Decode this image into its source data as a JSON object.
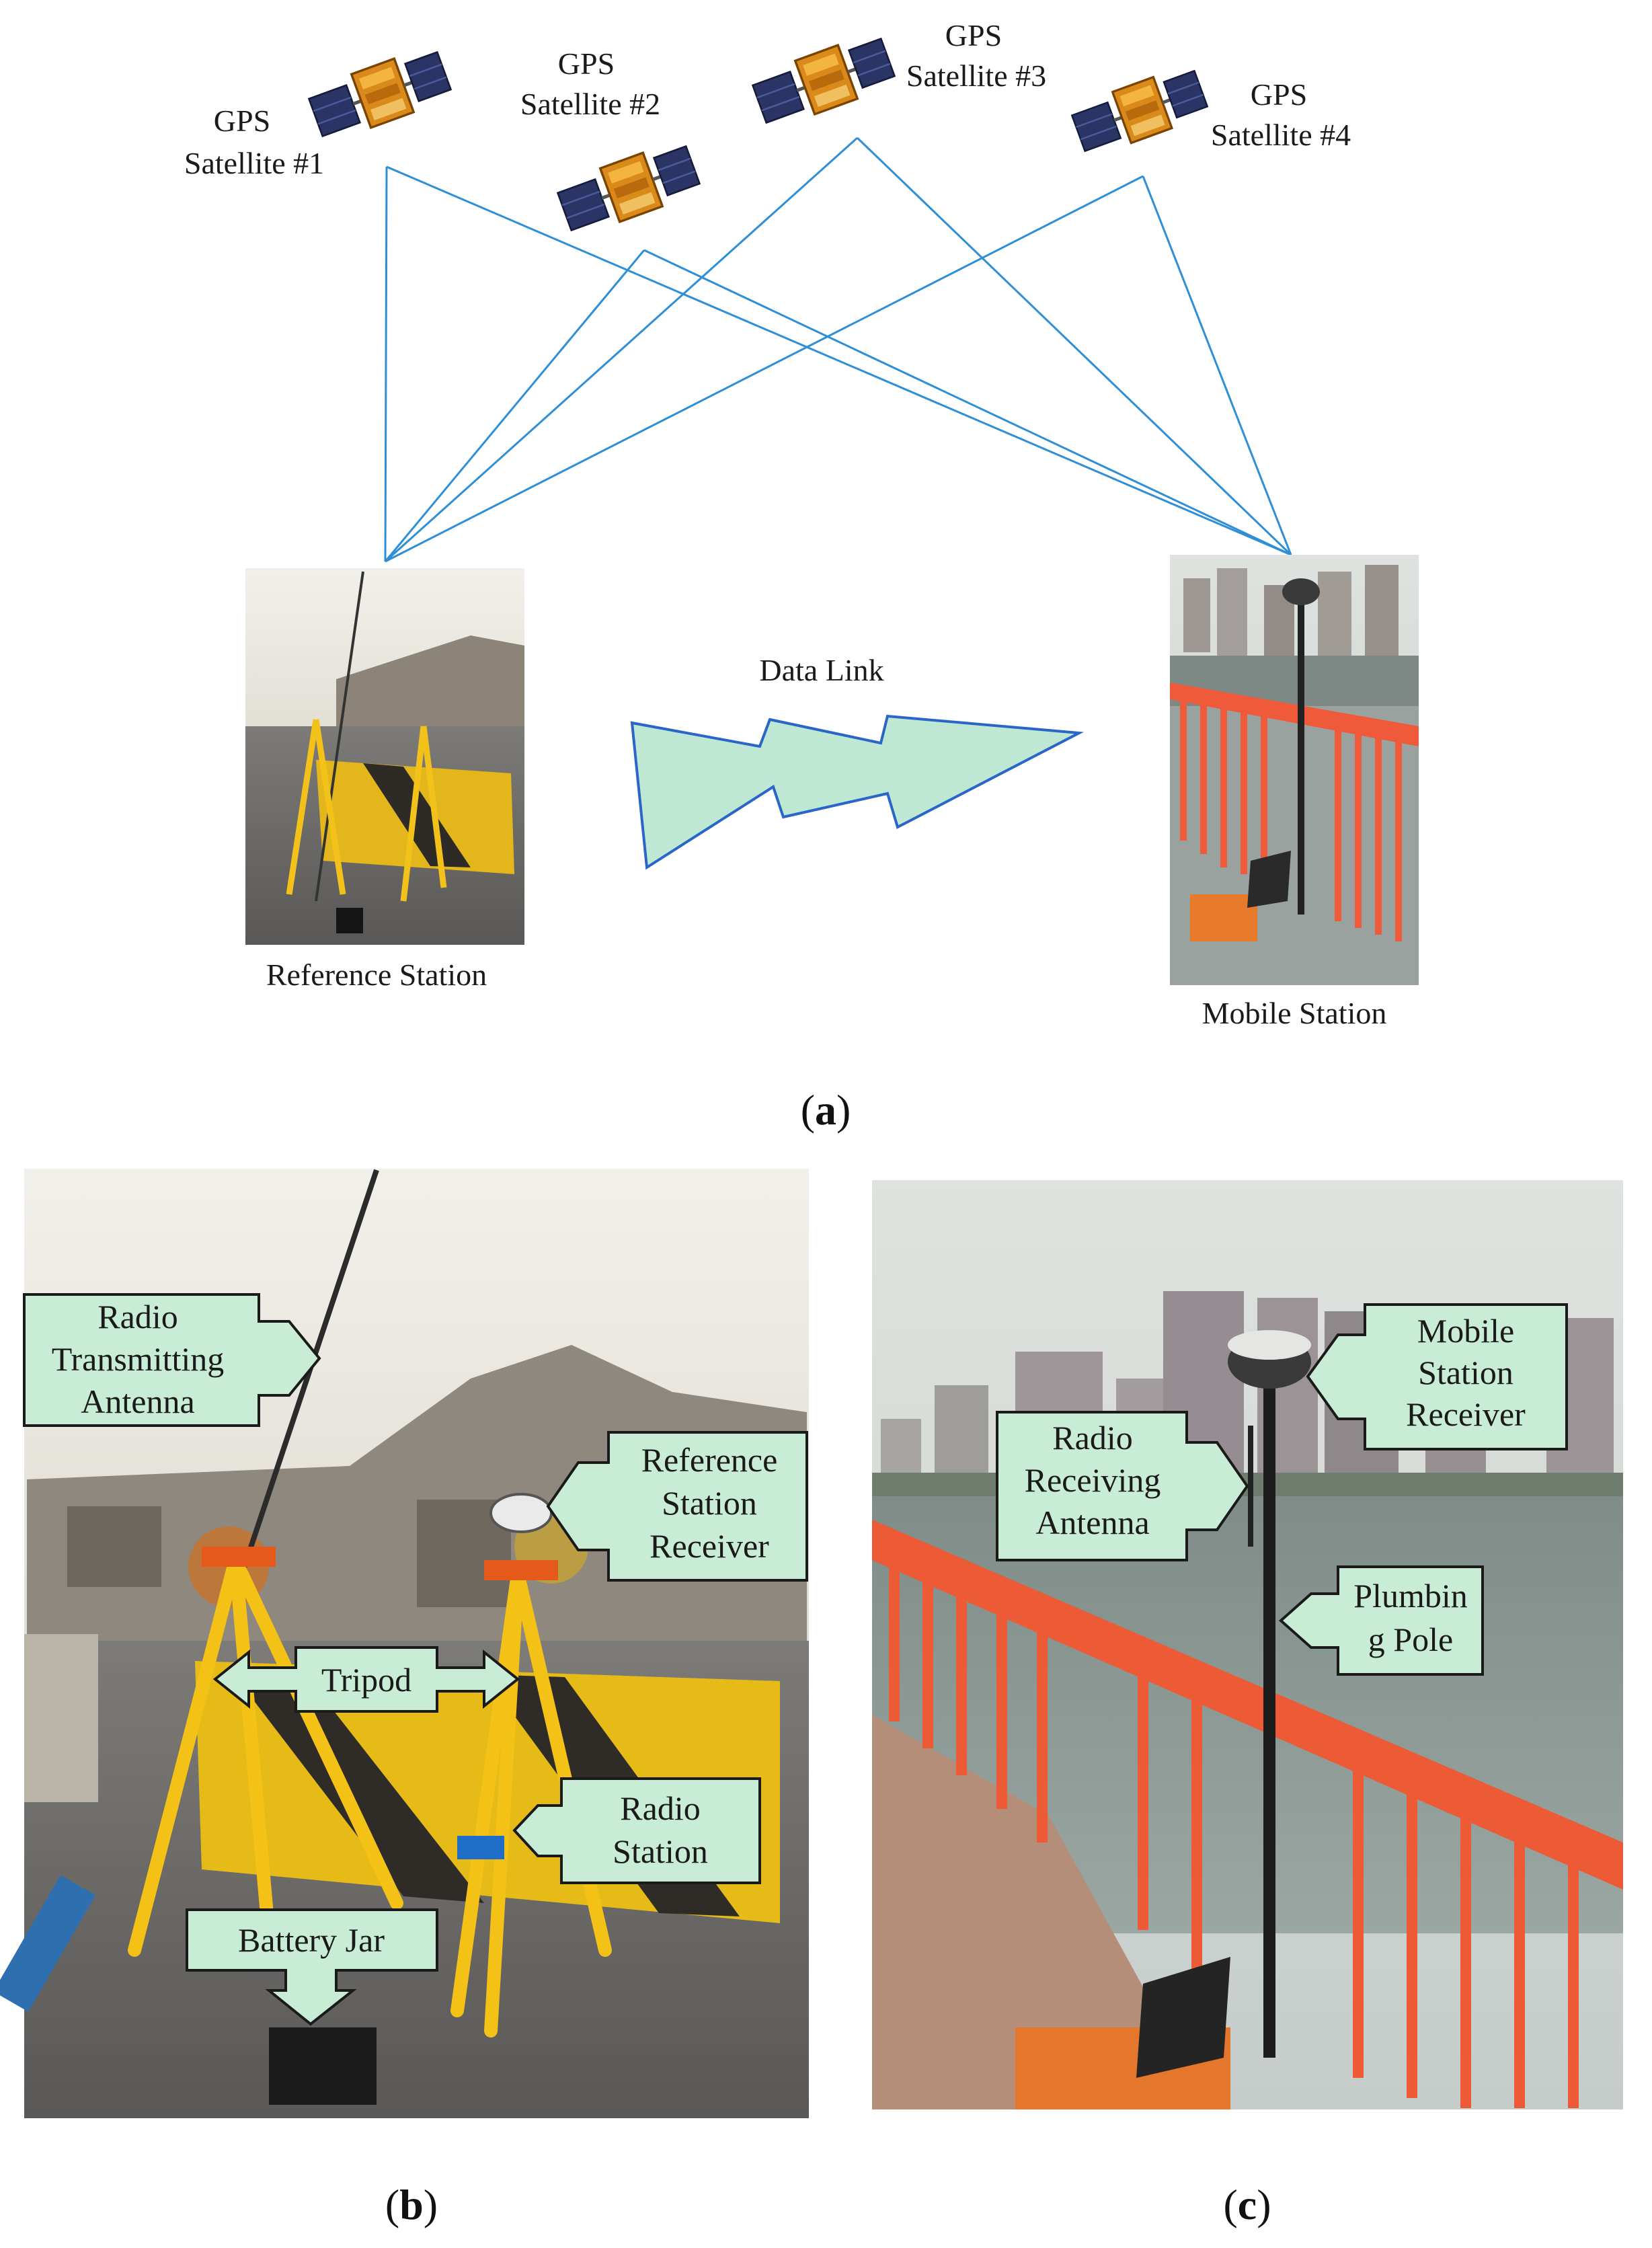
{
  "panel_a": {
    "tag": "a",
    "satellites": [
      {
        "line1": "GPS",
        "line2": "Satellite #1"
      },
      {
        "line1": "GPS",
        "line2": "Satellite #2"
      },
      {
        "line1": "GPS",
        "line2": "Satellite #3"
      },
      {
        "line1": "GPS",
        "line2": "Satellite #4"
      }
    ],
    "data_link_label": "Data Link",
    "reference_station_label": "Reference Station",
    "mobile_station_label": "Mobile Station",
    "colors": {
      "signal_line": "#2e8fd6",
      "data_link_fill": "#bfe8d4",
      "data_link_stroke": "#2a66c8"
    }
  },
  "panel_b": {
    "tag": "b",
    "callouts": {
      "antenna": [
        "Radio",
        "Transmitting",
        "Antenna"
      ],
      "receiver": [
        "Reference",
        "Station",
        "Receiver"
      ],
      "tripod": [
        "Tripod"
      ],
      "radio_station": [
        "Radio",
        "Station"
      ],
      "battery": [
        "Battery Jar"
      ]
    },
    "colors": {
      "callout_fill": "#c8ecd6",
      "callout_stroke": "#1a1a1a"
    }
  },
  "panel_c": {
    "tag": "c",
    "callouts": {
      "mobile_receiver": [
        "Mobile",
        "Station",
        "Receiver"
      ],
      "radio_antenna": [
        "Radio",
        "Receiving",
        "Antenna"
      ],
      "pole": [
        "Plumbin",
        "g Pole"
      ]
    }
  }
}
